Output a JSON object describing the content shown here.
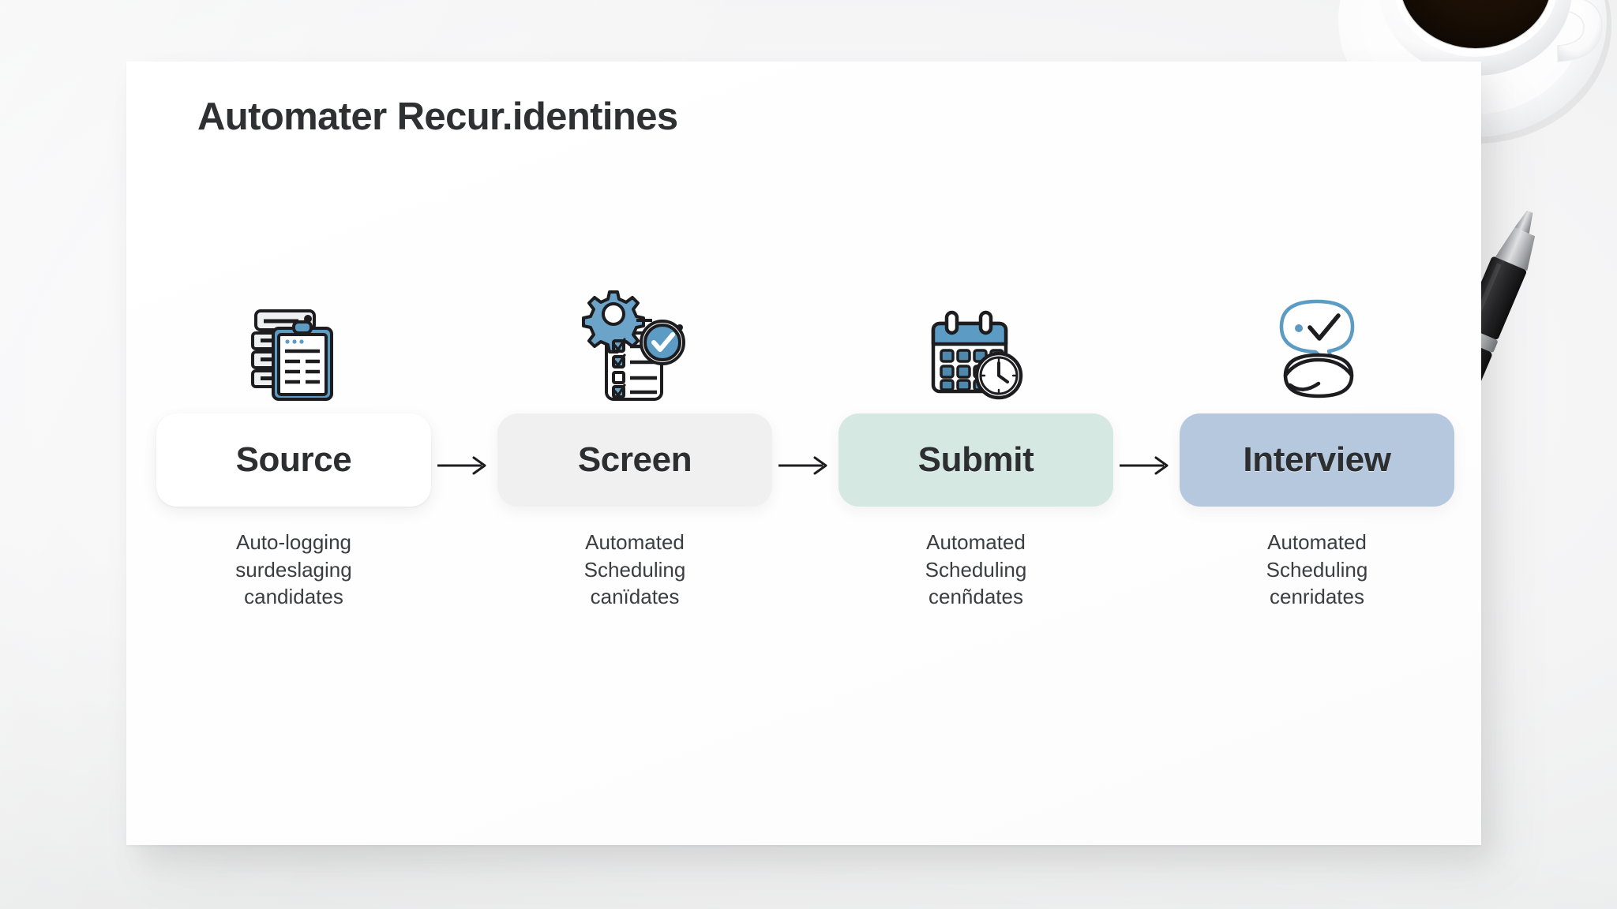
{
  "scene": {
    "background_color": "#f2f2f3",
    "paper_color": "#ffffff",
    "objects": [
      {
        "name": "coffee-cup",
        "label": "Cup of black coffee on white saucer"
      },
      {
        "name": "pen",
        "label": "Black ballpoint pen with silver tip"
      }
    ]
  },
  "page": {
    "title": "Automater Recur.identines"
  },
  "flow": {
    "arrow_glyph": "→",
    "steps": [
      {
        "label": "Source",
        "chip_color": "#ffffff",
        "icon": "clipboard-documents-icon",
        "caption": [
          "Auto-logging",
          "surdeslaging",
          "candidates"
        ]
      },
      {
        "label": "Screen",
        "chip_color": "#f0f0f1",
        "icon": "gear-checklist-check-icon",
        "caption": [
          "Automated",
          "Scheduling",
          "canïdates"
        ]
      },
      {
        "label": "Submit",
        "chip_color": "#d5e8e2",
        "icon": "calendar-clock-icon",
        "caption": [
          "Automated",
          "Scheduling",
          "cenñdates"
        ]
      },
      {
        "label": "Interview",
        "chip_color": "#b6c8dd",
        "icon": "speech-bubbles-check-icon",
        "caption": [
          "Automated",
          "Scheduling",
          "cenridates"
        ]
      }
    ]
  },
  "palette": {
    "icon_blue": "#5b9bc4",
    "icon_outline": "#1d1d1f",
    "text_dark": "#2e3032",
    "text_body": "#3b3d40"
  }
}
